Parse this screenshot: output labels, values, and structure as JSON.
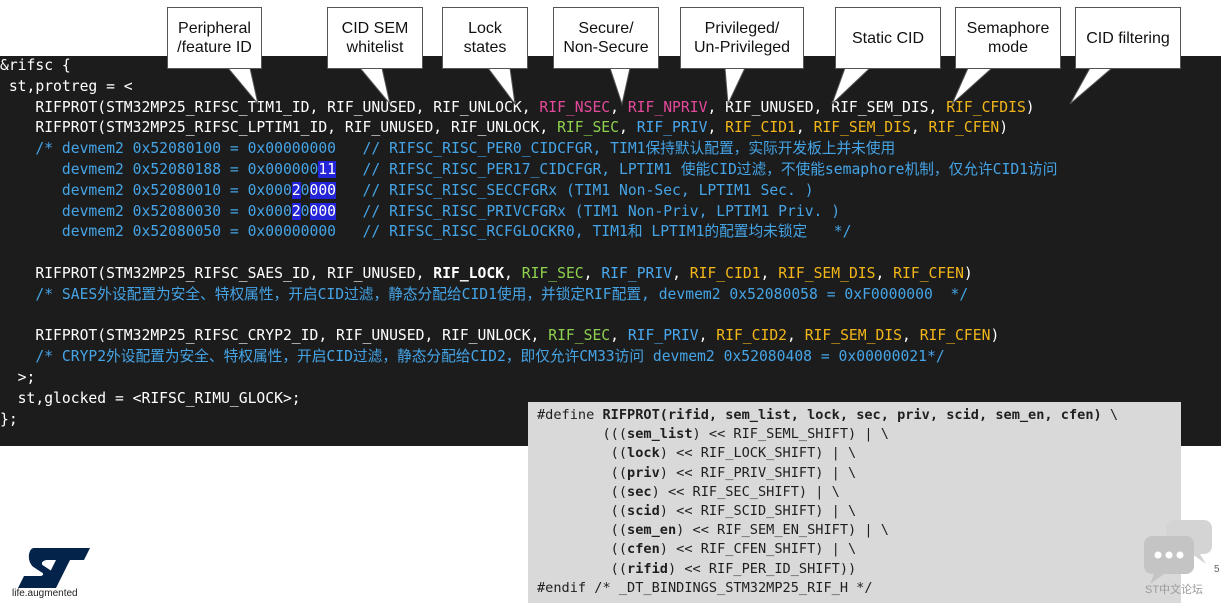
{
  "callouts": [
    {
      "text": "Peripheral\n/feature ID"
    },
    {
      "text": "CID SEM\nwhitelist"
    },
    {
      "text": "Lock\nstates"
    },
    {
      "text": "Secure/\nNon-Secure"
    },
    {
      "text": "Privileged/\nUn-Privileged"
    },
    {
      "text": "Static CID"
    },
    {
      "text": "Semaphore\nmode"
    },
    {
      "text": "CID filtering"
    }
  ],
  "code_lines": [
    [
      {
        "t": "&rifsc {"
      }
    ],
    [
      {
        "t": " st,protreg = <"
      }
    ],
    [
      {
        "t": "    RIFPROT(STM32MP25_RIFSC_TIM1_ID, RIF_UNUSED, RIF_UNLOCK, "
      },
      {
        "t": "RIF_NSEC",
        "c": "pink"
      },
      {
        "t": ", "
      },
      {
        "t": "RIF_NPRIV",
        "c": "pink"
      },
      {
        "t": ", RIF_UNUSED, RIF_SEM_DIS, "
      },
      {
        "t": "RIF_CFDIS",
        "c": "gold"
      },
      {
        "t": ")"
      }
    ],
    [
      {
        "t": "    RIFPROT(STM32MP25_RIFSC_LPTIM1_ID, RIF_UNUSED, RIF_UNLOCK, "
      },
      {
        "t": "RIF_SEC",
        "c": "green"
      },
      {
        "t": ", "
      },
      {
        "t": "RIF_PRIV",
        "c": "blue"
      },
      {
        "t": ", "
      },
      {
        "t": "RIF_CID1",
        "c": "gold"
      },
      {
        "t": ", "
      },
      {
        "t": "RIF_SEM_DIS",
        "c": "gold"
      },
      {
        "t": ", "
      },
      {
        "t": "RIF_CFEN",
        "c": "gold"
      },
      {
        "t": ")"
      }
    ],
    [
      {
        "t": "    /* devmem2 0x52080100 = 0x00000000   // RIFSC_RISC_PER0_CIDCFGR, TIM1保持默认配置，实际开发板上并未使用",
        "c": "comment"
      }
    ],
    [
      {
        "t": "       devmem2 0x52080188 = 0x000000",
        "c": "comment"
      },
      {
        "t": "11",
        "c": "hl"
      },
      {
        "t": "   // RIFSC_RISC_PER17_CIDCFGR, LPTIM1 使能CID过滤，不使能semaphore机制，仅允许CID1访问",
        "c": "comment"
      }
    ],
    [
      {
        "t": "       devmem2 0x52080010 = 0x000",
        "c": "comment"
      },
      {
        "t": "2",
        "c": "hl"
      },
      {
        "t": "0",
        "c": "comment"
      },
      {
        "t": "000",
        "c": "hl"
      },
      {
        "t": "   // RIFSC_RISC_SECCFGRx (TIM1 Non-Sec, LPTIM1 Sec. )",
        "c": "comment"
      }
    ],
    [
      {
        "t": "       devmem2 0x52080030 = 0x000",
        "c": "comment"
      },
      {
        "t": "2",
        "c": "hl"
      },
      {
        "t": "0",
        "c": "comment"
      },
      {
        "t": "000",
        "c": "hl"
      },
      {
        "t": "   // RIFSC_RISC_PRIVCFGRx (TIM1 Non-Priv, LPTIM1 Priv. )",
        "c": "comment"
      }
    ],
    [
      {
        "t": "       devmem2 0x52080050 = 0x00000000   // RIFSC_RISC_RCFGLOCKR0, TIM1和 LPTIM1的配置均未锁定   */",
        "c": "comment"
      }
    ],
    [
      {
        "t": ""
      }
    ],
    [
      {
        "t": "    RIFPROT(STM32MP25_RIFSC_SAES_ID, RIF_UNUSED, "
      },
      {
        "t": "RIF_LOCK",
        "c": "bold"
      },
      {
        "t": ", "
      },
      {
        "t": "RIF_SEC",
        "c": "green"
      },
      {
        "t": ", "
      },
      {
        "t": "RIF_PRIV",
        "c": "blue"
      },
      {
        "t": ", "
      },
      {
        "t": "RIF_CID1",
        "c": "gold"
      },
      {
        "t": ", "
      },
      {
        "t": "RIF_SEM_DIS",
        "c": "gold"
      },
      {
        "t": ", "
      },
      {
        "t": "RIF_CFEN",
        "c": "gold"
      },
      {
        "t": ")"
      }
    ],
    [
      {
        "t": "    /* SAES外设配置为安全、特权属性，开启CID过滤，静态分配给CID1使用，并锁定RIF配置, devmem2 0x52080058 = 0xF0000000  */",
        "c": "comment"
      }
    ],
    [
      {
        "t": ""
      }
    ],
    [
      {
        "t": "    RIFPROT(STM32MP25_RIFSC_CRYP2_ID, RIF_UNUSED, RIF_UNLOCK, "
      },
      {
        "t": "RIF_SEC",
        "c": "green"
      },
      {
        "t": ", "
      },
      {
        "t": "RIF_PRIV",
        "c": "blue"
      },
      {
        "t": ", "
      },
      {
        "t": "RIF_CID2",
        "c": "gold"
      },
      {
        "t": ", "
      },
      {
        "t": "RIF_SEM_DIS",
        "c": "gold"
      },
      {
        "t": ", "
      },
      {
        "t": "RIF_CFEN",
        "c": "gold"
      },
      {
        "t": ")"
      }
    ],
    [
      {
        "t": "    /* CRYP2外设配置为安全、特权属性，开启CID过滤，静态分配给CID2，即仅允许CM33访问 devmem2 0x52080408 = 0x00000021*/",
        "c": "comment"
      }
    ],
    [
      {
        "t": "  >;"
      }
    ],
    [
      {
        "t": "  st,glocked = <RIFSC_RIMU_GLOCK>;"
      }
    ],
    [
      {
        "t": "};"
      }
    ]
  ],
  "define_lines": [
    [
      {
        "t": "#define "
      },
      {
        "t": "RIFPROT(rifid, sem_list, lock, sec, priv, scid, sem_en, cfen)",
        "b": true
      },
      {
        "t": " \\"
      }
    ],
    [
      {
        "t": "        ((("
      },
      {
        "t": "sem_list",
        "b": true
      },
      {
        "t": ") << RIF_SEML_SHIFT) | \\"
      }
    ],
    [
      {
        "t": "         (("
      },
      {
        "t": "lock",
        "b": true
      },
      {
        "t": ") << RIF_LOCK_SHIFT) | \\"
      }
    ],
    [
      {
        "t": "         (("
      },
      {
        "t": "priv",
        "b": true
      },
      {
        "t": ") << RIF_PRIV_SHIFT) | \\"
      }
    ],
    [
      {
        "t": "         (("
      },
      {
        "t": "sec",
        "b": true
      },
      {
        "t": ") << RIF_SEC_SHIFT) | \\"
      }
    ],
    [
      {
        "t": "         (("
      },
      {
        "t": "scid",
        "b": true
      },
      {
        "t": ") << RIF_SCID_SHIFT) | \\"
      }
    ],
    [
      {
        "t": "         (("
      },
      {
        "t": "sem_en",
        "b": true
      },
      {
        "t": ") << RIF_SEM_EN_SHIFT) | \\"
      }
    ],
    [
      {
        "t": "         (("
      },
      {
        "t": "cfen",
        "b": true
      },
      {
        "t": ") << RIF_CFEN_SHIFT) | \\"
      }
    ],
    [
      {
        "t": "         (("
      },
      {
        "t": "rifid",
        "b": true
      },
      {
        "t": ") << RIF_PER_ID_SHIFT))"
      }
    ],
    [
      {
        "t": "#endif /* _DT_BINDINGS_STM32MP25_RIF_H */"
      }
    ]
  ],
  "footer": {
    "logo_tagline": "life.augmented",
    "watermark_label": "ST中文论坛",
    "page_number": "5"
  },
  "colors": {
    "code_background": "#1c1c1c",
    "non_secure_pink": "#e5499b",
    "secure_green": "#8ed14f",
    "privileged_blue": "#4aa8ee",
    "cid_gold": "#f2b619",
    "comment_blue": "#45a4e6",
    "highlight_blue": "#2424d8",
    "st_brand_blue": "#03234b"
  },
  "icons": [
    "st-logo-icon",
    "chat-bubbles-icon"
  ]
}
